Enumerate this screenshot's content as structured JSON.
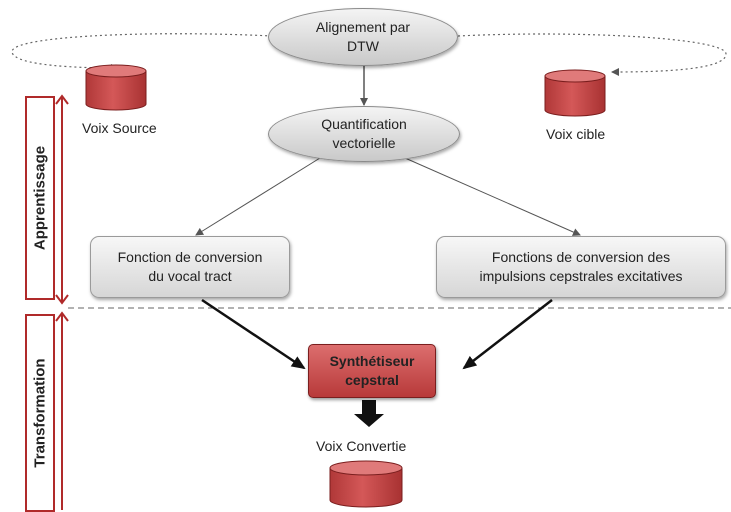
{
  "nodes": {
    "dtw": "Alignement par\nDTW",
    "vq": "Quantification\nvectorielle",
    "vocal_tract": "Fonction de conversion\ndu vocal tract",
    "cepstral_pulses": "Fonctions de conversion des\nimpulsions cepstrales excitatives",
    "synth": "Synthétiseur\ncepstral"
  },
  "databases": {
    "source": "Voix Source",
    "target": "Voix cible",
    "converted": "Voix Convertie"
  },
  "phases": {
    "training": "Apprentissage",
    "transformation": "Transformation"
  },
  "colors": {
    "database_red": "#c94a4a",
    "phase_border": "#b02a2a",
    "node_gray": "#d9d9d9"
  }
}
